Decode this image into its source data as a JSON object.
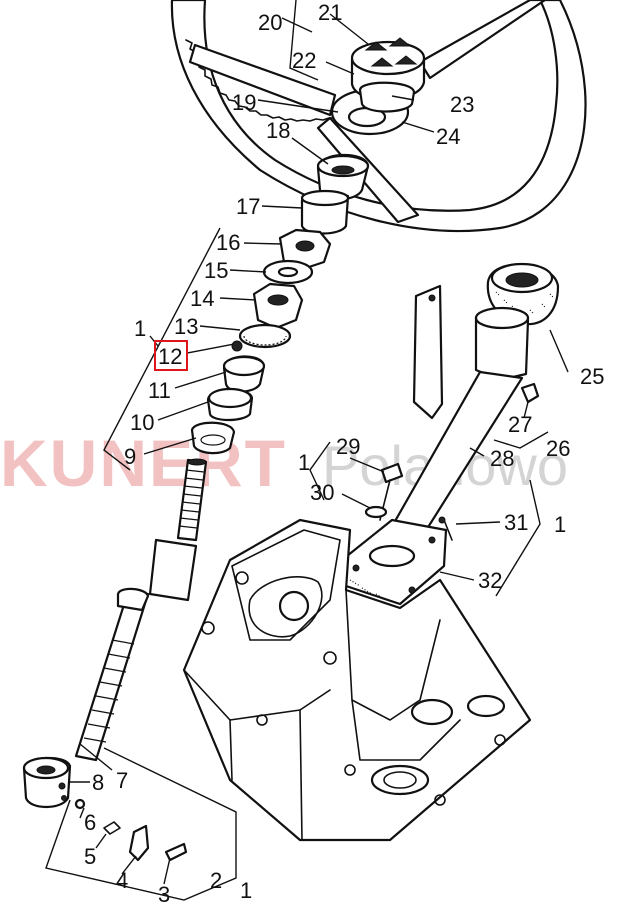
{
  "watermark": {
    "brand": "KUNERT",
    "location": "Poladowo",
    "brand_color": "#e05a5a",
    "location_color": "#9a9a9a"
  },
  "highlight": {
    "part": "12",
    "color": "#e0141b"
  },
  "labels": {
    "l1": "1",
    "l2": "2",
    "l3": "3",
    "l4": "4",
    "l5": "5",
    "l6": "6",
    "l7": "7",
    "l8": "8",
    "l9": "9",
    "l10": "10",
    "l11": "11",
    "l12": "12",
    "l13": "13",
    "l14": "14",
    "l15": "15",
    "l16": "16",
    "l17": "17",
    "l18": "18",
    "l19": "19",
    "l20": "20",
    "l21": "21",
    "l22": "22",
    "l23": "23",
    "l24": "24",
    "l25": "25",
    "l26": "26",
    "l27": "27",
    "l28": "28",
    "l29": "29",
    "l30": "30",
    "l31": "31",
    "l32": "32"
  }
}
